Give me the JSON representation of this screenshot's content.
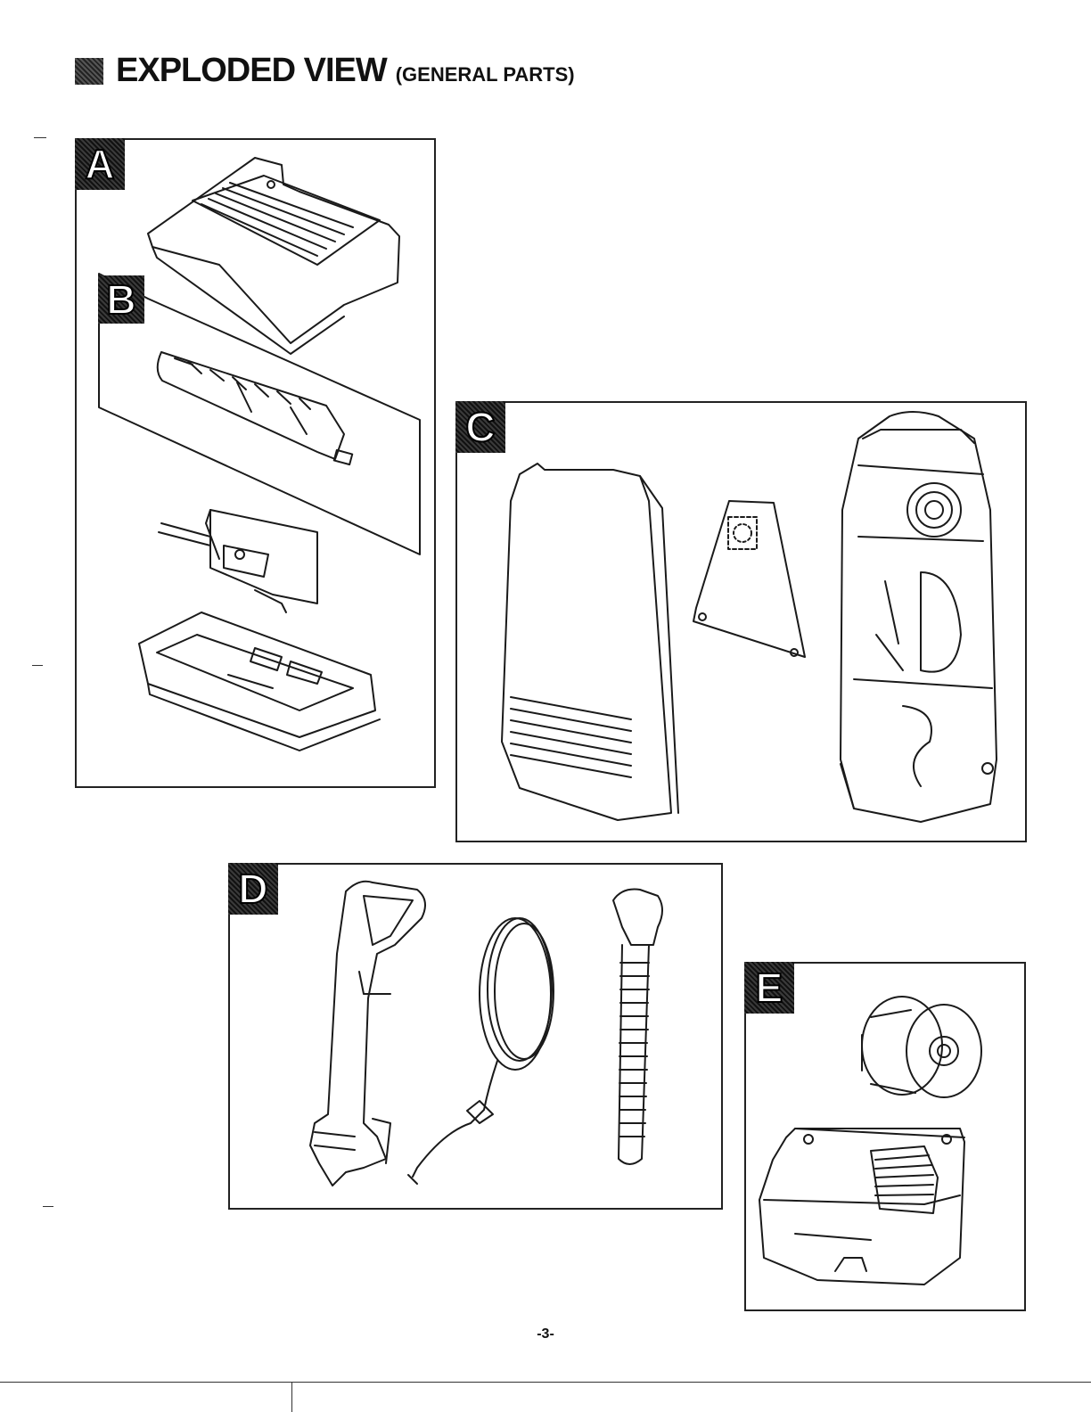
{
  "header": {
    "title": "EXPLODED VIEW",
    "subtitle": "(GENERAL PARTS)"
  },
  "panels": {
    "a": {
      "letter": "A"
    },
    "b": {
      "letter": "B"
    },
    "c": {
      "letter": "C"
    },
    "d": {
      "letter": "D"
    },
    "e": {
      "letter": "E"
    }
  },
  "footer": {
    "page_number": "-3-"
  }
}
